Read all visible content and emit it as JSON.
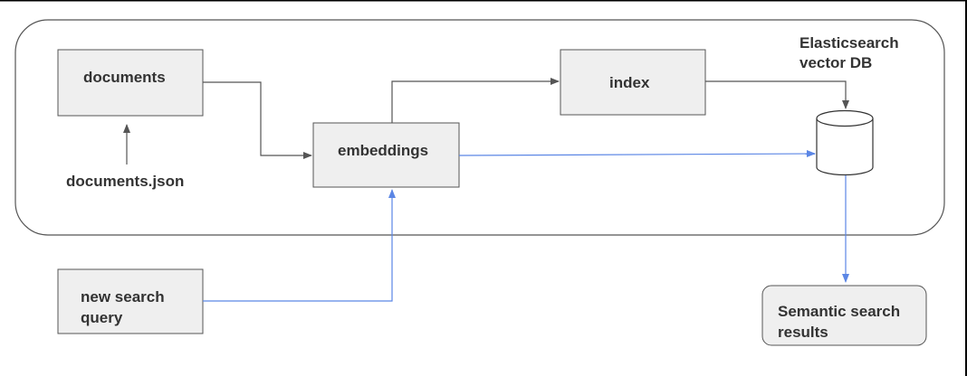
{
  "nodes": {
    "documents": {
      "label": "documents"
    },
    "documents_json": {
      "label": "documents.json"
    },
    "embeddings": {
      "label": "embeddings"
    },
    "index": {
      "label": "index"
    },
    "vector_db": {
      "label_line1": "Elasticsearch",
      "label_line2": "vector DB"
    },
    "query": {
      "label_line1": "new search",
      "label_line2": "query"
    },
    "results": {
      "label_line1": "Semantic search",
      "label_line2": "results"
    }
  },
  "colors": {
    "box_fill": "#efefef",
    "box_stroke": "#555555",
    "arrow_dark": "#555555",
    "arrow_blue": "#5b86e5",
    "text": "#333333",
    "page_border": "#000000"
  }
}
